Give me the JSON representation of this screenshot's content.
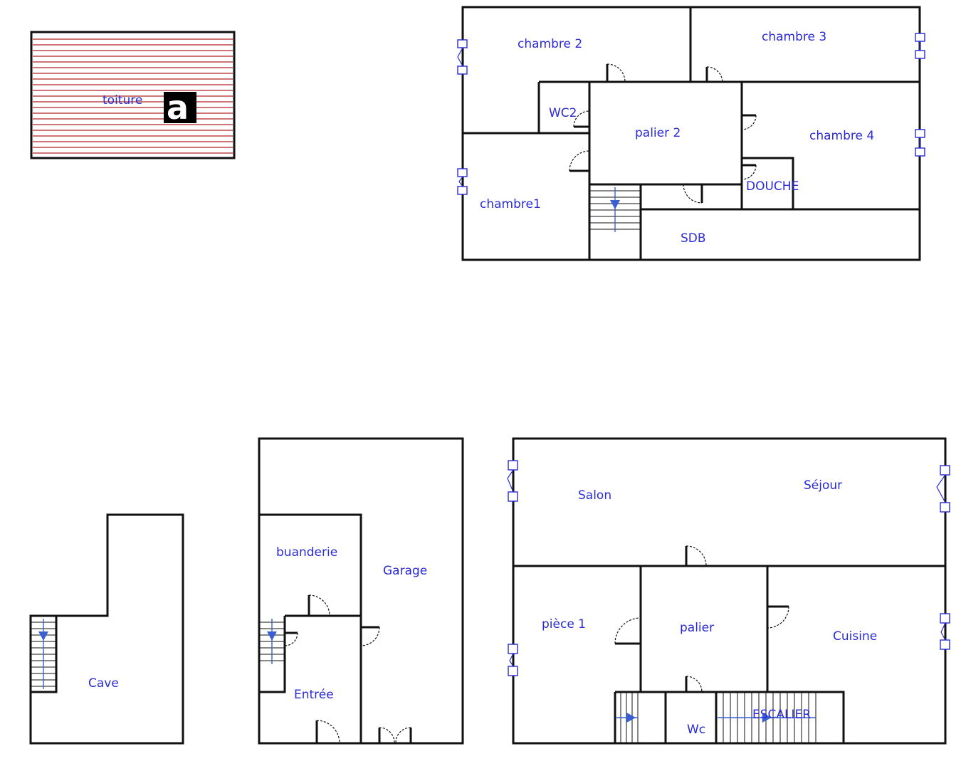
{
  "colors": {
    "label": "#2a2ad6",
    "wall": "#111111",
    "roof_stripe": "#b22222",
    "stair_arrow": "#3a5fd0"
  },
  "roof": {
    "label": "toiture",
    "logo_letter": "a"
  },
  "upper_floor": {
    "rooms": {
      "chambre2": "chambre 2",
      "chambre3": "chambre 3",
      "wc2": "WC2",
      "palier2": "palier 2",
      "chambre4": "chambre 4",
      "chambre1": "chambre1",
      "douche": "DOUCHE",
      "sdb": "SDB"
    }
  },
  "basement": {
    "rooms": {
      "cave": "Cave"
    }
  },
  "entry_level": {
    "rooms": {
      "buanderie": "buanderie",
      "garage": "Garage",
      "entree": "Entrée"
    }
  },
  "ground_floor": {
    "rooms": {
      "salon": "Salon",
      "sejour": "Séjour",
      "piece1": "pièce 1",
      "palier": "palier",
      "cuisine": "Cuisine",
      "wc": "Wc",
      "escalier": "ESCALIER"
    }
  }
}
